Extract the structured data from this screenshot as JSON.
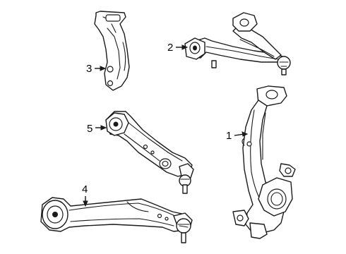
{
  "diagram": {
    "callouts": [
      {
        "id": "1",
        "label": "1",
        "part_icon": "steering-knuckle"
      },
      {
        "id": "2",
        "label": "2",
        "part_icon": "upper-control-arm"
      },
      {
        "id": "3",
        "label": "3",
        "part_icon": "mounting-bracket"
      },
      {
        "id": "4",
        "label": "4",
        "part_icon": "lower-control-arm-rear"
      },
      {
        "id": "5",
        "label": "5",
        "part_icon": "lower-control-arm-front"
      }
    ],
    "line_color": "#1a1a1a",
    "background": "#ffffff"
  }
}
